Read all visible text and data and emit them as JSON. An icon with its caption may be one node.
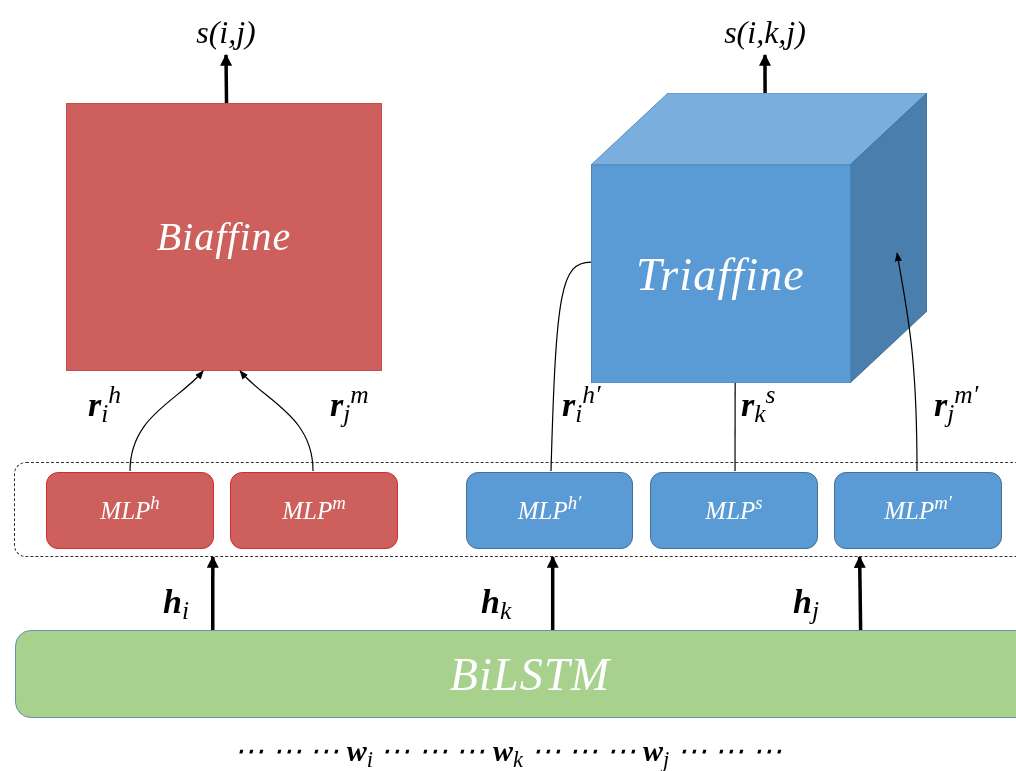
{
  "diagram": {
    "nodes": [
      {
        "text": [
          "s(i,j)"
        ]
      },
      {
        "text": [
          "Biaffine"
        ]
      },
      {
        "text": [
          "s(i,k,j)"
        ]
      },
      {
        "text": [
          "Triaffine"
        ]
      },
      {
        "text": [],
        "shape": "box"
      },
      {
        "text": [
          "MLP$^{h}$"
        ],
        "in": 4
      },
      {
        "text": [
          "MLP$^{m}$"
        ],
        "in": 4
      },
      {
        "text": [
          "MLP$^{h′}$"
        ],
        "in": 4
      },
      {
        "text": [
          "MLP$^{s}$"
        ],
        "in": 4
      },
      {
        "text": [
          "MLP$^{m′}$"
        ],
        "in": 4
      },
      {
        "text": [
          "BiLSTM"
        ]
      }
    ],
    "edges": [
      {
        "from": 1,
        "to": 0,
        "arrow": "to",
        "style": "thick"
      },
      {
        "from": 3,
        "to": 2,
        "arrow": "to",
        "style": "thick"
      },
      {
        "from": 5,
        "to": 1,
        "arrow": "to",
        "label": "**r**$_{i}$$^{h}$"
      },
      {
        "from": 6,
        "to": 1,
        "arrow": "to",
        "label": "**r**$_{j}$$^{m}$"
      },
      {
        "from": 7,
        "to": 3,
        "arrow": "none",
        "label": "**r**$_{i}$$^{h′}$"
      },
      {
        "from": 8,
        "to": 3,
        "arrow": "none",
        "label": "**r**$_{k}$$^{s}$"
      },
      {
        "from": 9,
        "to": 3,
        "arrow": "to",
        "label": "**r**$_{j}$$^{m′}$"
      },
      {
        "from": 10,
        "to": 4,
        "arrow": "to",
        "style": "thick",
        "label": "**h**$_{i}$"
      },
      {
        "from": 10,
        "to": 4,
        "arrow": "to",
        "style": "thick",
        "label": "**h**$_{k}$"
      },
      {
        "from": 10,
        "to": 4,
        "arrow": "to",
        "style": "thick",
        "label": "**h**$_{j}$"
      }
    ],
    "labels": [
      "⋯ ⋯ ⋯ **w**$_{i}$ ⋯ ⋯ ⋯ **w**$_{k}$ ⋯ ⋯ ⋯ **w**$_{j}$ ⋯ ⋯ ⋯"
    ]
  }
}
